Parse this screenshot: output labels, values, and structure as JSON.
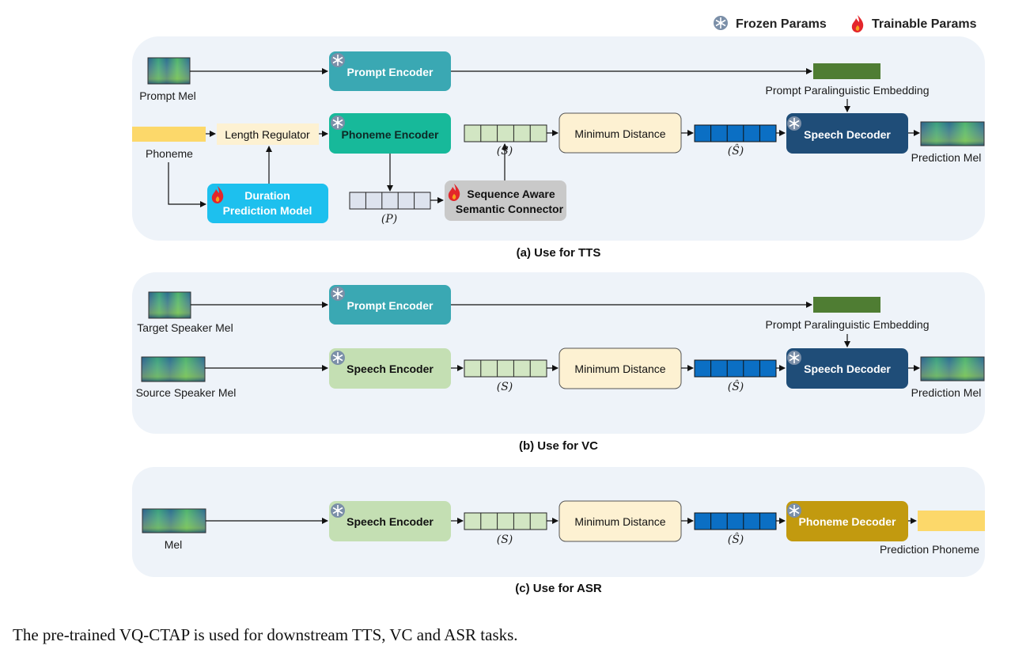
{
  "legend": {
    "frozen": "Frozen Params",
    "trainable": "Trainable Params"
  },
  "colors": {
    "panel_bg": "#eef3f9",
    "prompt_encoder": "#3aa8b3",
    "phoneme_encoder": "#17b99a",
    "speech_encoder": "#c4dfb3",
    "duration_model": "#1dc0ee",
    "connector": "#c9c9c9",
    "min_distance": "#fdf1d2",
    "speech_decoder": "#1f4d78",
    "phoneme_decoder": "#c29a0f",
    "embedding": "#4f7d33",
    "phoneme_bar": "#fcd86a",
    "seq_green": "#d2e6c3",
    "seq_blue": "#0b6fc4",
    "seq_gray": "#dde3ee",
    "length_regulator": "#fdf1d2"
  },
  "panel_a": {
    "caption": "(a) Use for TTS",
    "prompt_mel": "Prompt Mel",
    "prompt_encoder": "Prompt Encoder",
    "embedding_label": "Prompt Paralinguistic Embedding",
    "phoneme": "Phoneme",
    "length_regulator": "Length Regulator",
    "phoneme_encoder": "Phoneme Encoder",
    "seq_s": "(S)",
    "min_distance": "Minimum Distance",
    "seq_s_hat": "(Ŝ)",
    "speech_decoder": "Speech Decoder",
    "prediction_mel": "Prediction Mel",
    "duration_line1": "Duration",
    "duration_line2": "Prediction Model",
    "seq_p": "(P)",
    "connector_line1": "Sequence Aware",
    "connector_line2": "Semantic Connector"
  },
  "panel_b": {
    "caption": "(b) Use for VC",
    "target_mel": "Target Speaker Mel",
    "prompt_encoder": "Prompt Encoder",
    "embedding_label": "Prompt Paralinguistic  Embedding",
    "source_mel": "Source Speaker Mel",
    "speech_encoder": "Speech  Encoder",
    "seq_s": "(S)",
    "min_distance": "Minimum Distance",
    "seq_s_hat": "(Ŝ)",
    "speech_decoder": "Speech Decoder",
    "prediction_mel": "Prediction Mel"
  },
  "panel_c": {
    "caption": "(c) Use for ASR",
    "mel": "Mel",
    "speech_encoder": "Speech  Encoder",
    "seq_s": "(S)",
    "min_distance": "Minimum Distance",
    "seq_s_hat": "(Ŝ)",
    "phoneme_decoder": "Phoneme Decoder",
    "prediction_phoneme": "Prediction  Phoneme"
  },
  "caption": "The pre-trained VQ-CTAP is used for downstream TTS, VC and ASR tasks."
}
